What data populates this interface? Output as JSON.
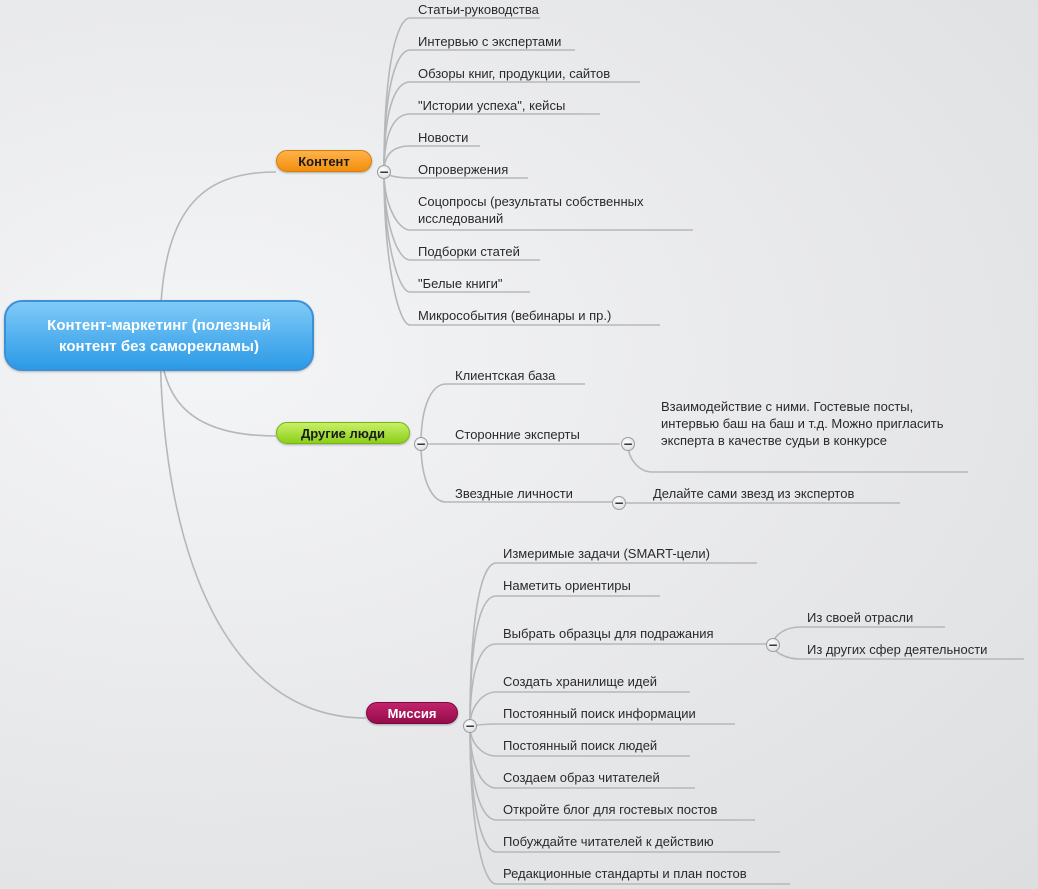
{
  "root": {
    "label": "Контент-маркетинг (полезный контент без саморекламы)"
  },
  "toggle_symbol": "−",
  "branches": {
    "content": {
      "label": "Контент",
      "color": "#f5960f",
      "items": [
        "Статьи-руководства",
        "Интервью с экспертами",
        "Обзоры книг, продукции, сайтов",
        "\"Истории успеха\", кейсы",
        "Новости",
        "Опровержения",
        "Соцопросы (результаты собственных исследований",
        "Подборки статей",
        "\"Белые книги\"",
        "Микрособытия (вебинары и пр.)"
      ]
    },
    "people": {
      "label": "Другие люди",
      "color": "#9bd62a",
      "items": [
        "Клиентская база",
        "Сторонние эксперты",
        "Звездные личности"
      ],
      "experts_note": "Взаимодействие с ними. Гостевые посты, интервью баш на баш и т.д. Можно пригласить эксперта в качестве судьи в конкурсе",
      "stars_note": "Делайте сами звезд из экспертов"
    },
    "mission": {
      "label": "Миссия",
      "color": "#a8145a",
      "items": [
        "Измеримые задачи (SMART-цели)",
        "Наметить ориентиры",
        "Выбрать образцы для подражания",
        "Создать хранилище идей",
        "Постоянный поиск информации",
        "Постоянный поиск людей",
        "Создаем образ читателей",
        "Откройте блог для гостевых постов",
        "Побуждайте читателей к действию",
        "Редакционные стандарты и план постов"
      ],
      "role_models": [
        "Из своей отрасли",
        "Из других сфер деятельности"
      ]
    }
  }
}
